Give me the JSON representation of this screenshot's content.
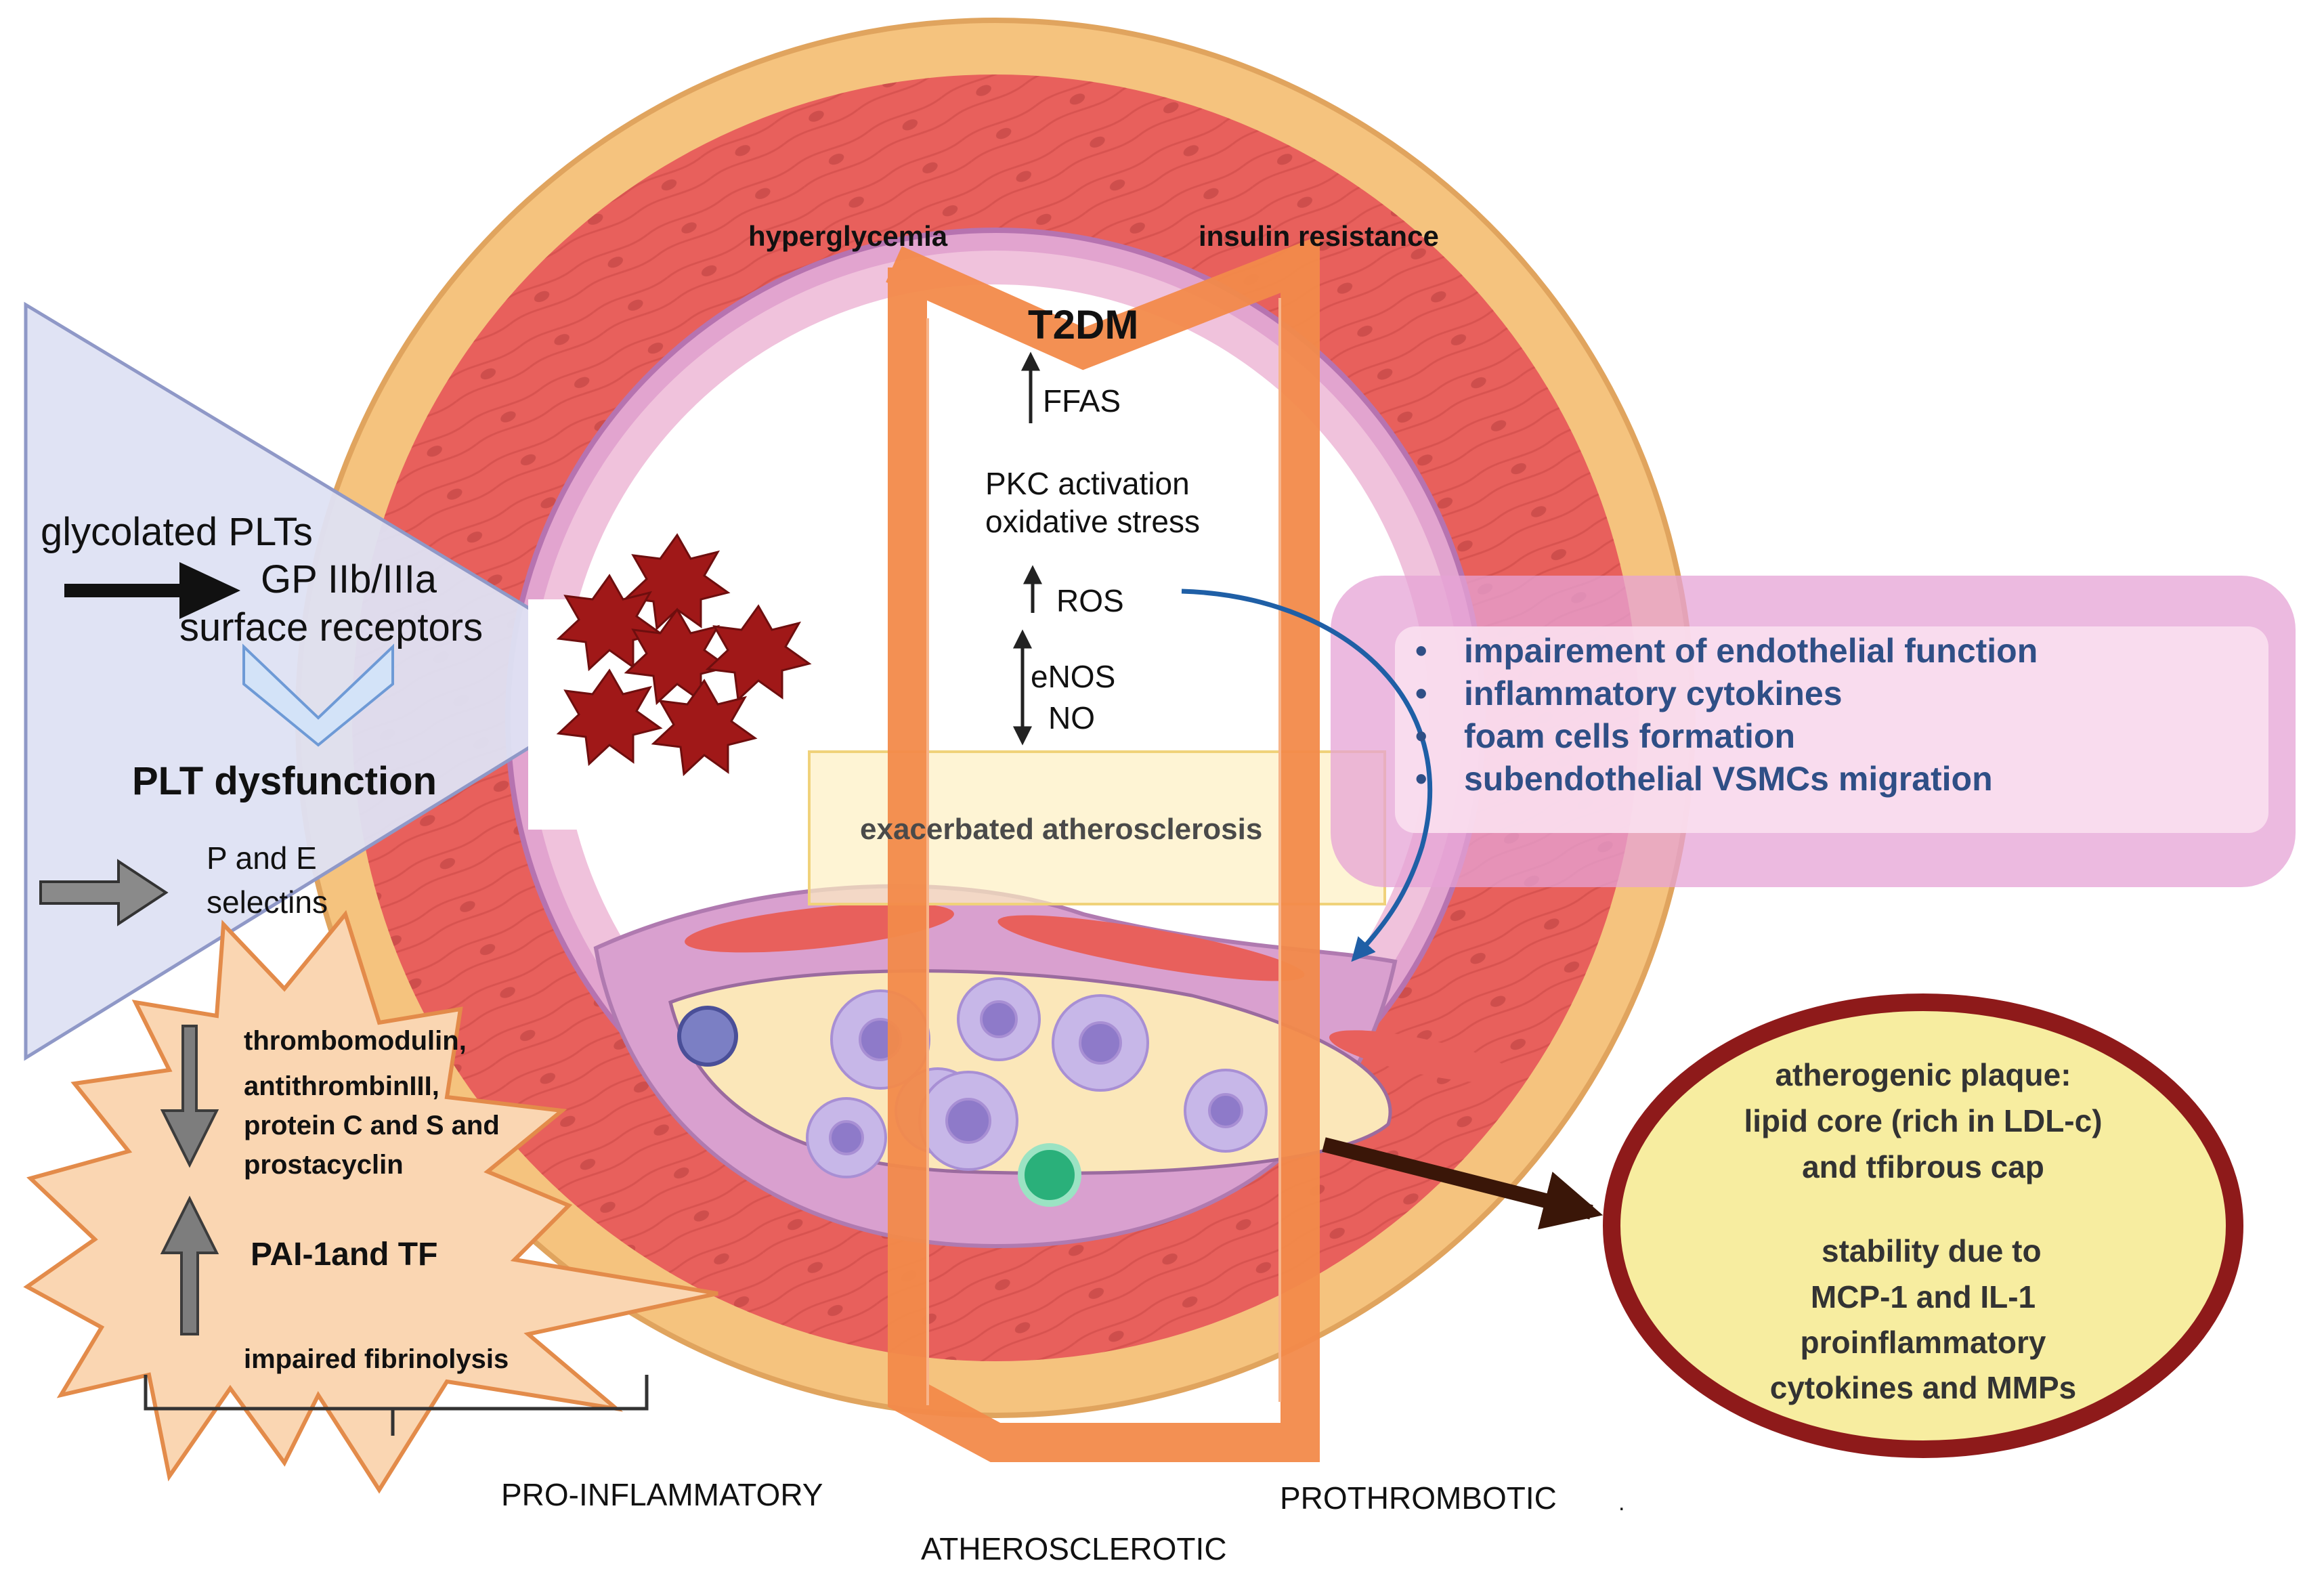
{
  "labels": {
    "hyperglycemia": "hyperglycemia",
    "insulin_resistance": "insulin resistance",
    "t2dm": "T2DM",
    "ffas": "FFAS",
    "pkc_activation": "PKC activation",
    "oxidative_stress": "oxidative stress",
    "ros": "ROS",
    "enos": "eNOS",
    "no": "NO",
    "exacerbated_atherosclerosis": "exacerbated atherosclerosis",
    "glycolated_plts": "glycolated PLTs",
    "gp_iib_iiia": "GP IIb/IIIa",
    "surface_receptors": "surface receptors",
    "plt_dysfunction": "PLT dysfunction",
    "p_and_e": "P and E",
    "selectins": "selectins",
    "anticoagulants": [
      "thrombomodulin,",
      "antithrombinIII,",
      "protein C and S and",
      "prostacyclin"
    ],
    "pai1_tf": "PAI-1and TF",
    "impaired_fibrinolysis": "impaired fibrinolysis",
    "pro_inflammatory": "PRO-INFLAMMATORY",
    "prothrombotic": "PROTHROMBOTIC",
    "prothrombotic_dot": ".",
    "atherosclerotic": "ATHEROSCLEROTIC"
  },
  "effects": [
    "impairement of endothelial function",
    "inflammatory cytokines",
    "foam cells formation",
    "subendothelial VSMCs migration"
  ],
  "plaque": {
    "title_lines": [
      "atherogenic plaque:",
      "lipid core (rich in LDL-c)",
      "and tfibrous cap"
    ],
    "stability": "stability due to",
    "detail_lines": [
      "MCP-1 and IL-1",
      "proinflammatory",
      "cytokines  and MMPs"
    ]
  },
  "colors": {
    "muscle": "#e8605c",
    "adventitia": "#f5c37e",
    "intima": "#d98fc7",
    "frame": "#f28a4a",
    "platelet": "#a01818",
    "effects_box": "#e6a3d6",
    "plaque_fill": "#f7eda0",
    "plaque_border": "#8e1a1a",
    "bullet_text": "#2f4f86"
  }
}
